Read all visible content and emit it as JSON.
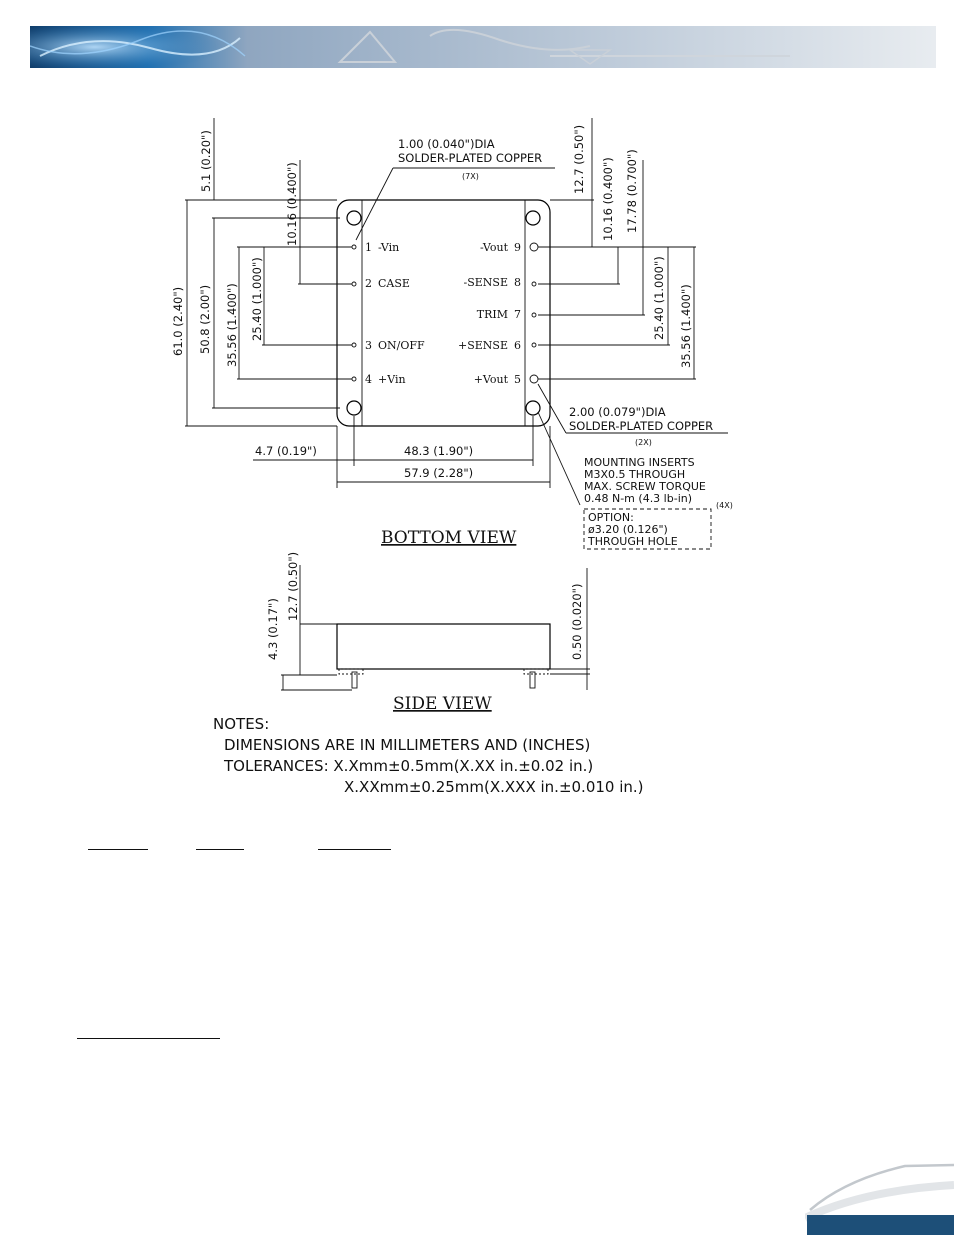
{
  "drawing": {
    "bottom_view": {
      "title": "BOTTOM VIEW",
      "pins_left": [
        {
          "num": "1",
          "name": "-Vin"
        },
        {
          "num": "2",
          "name": "CASE"
        },
        {
          "num": "3",
          "name": "ON/OFF"
        },
        {
          "num": "4",
          "name": "+Vin"
        }
      ],
      "pins_right": [
        {
          "num": "9",
          "name": "-Vout"
        },
        {
          "num": "8",
          "name": "-SENSE"
        },
        {
          "num": "7",
          "name": "TRIM"
        },
        {
          "num": "6",
          "name": "+SENSE"
        },
        {
          "num": "5",
          "name": "+Vout"
        }
      ],
      "callouts": {
        "small_pin_line1": "1.00 (0.040\")DIA",
        "small_pin_line2": "SOLDER-PLATED COPPER",
        "small_pin_qty": "(7X)",
        "large_pin_line1": "2.00 (0.079\")DIA",
        "large_pin_line2": "SOLDER-PLATED COPPER",
        "large_pin_qty": "(2X)",
        "insert_line1": "MOUNTING INSERTS",
        "insert_line2": "M3X0.5 THROUGH",
        "insert_line3": "MAX. SCREW TORQUE",
        "insert_line4": "0.48 N-m (4.3 lb-in)",
        "insert_qty": "(4X)",
        "option_line1": "OPTION:",
        "option_line2": "ø3.20 (0.126\")",
        "option_line3": "THROUGH HOLE"
      },
      "dimensions": {
        "d_5_1": "5.1 (0.20\")",
        "d_61_0": "61.0 (2.40\")",
        "d_50_8": "50.8 (2.00\")",
        "d_10_16_left": "10.16 (0.400\")",
        "d_35_56_left": "35.56 (1.400\")",
        "d_25_40_left": "25.40 (1.000\")",
        "d_12_7_right": "12.7 (0.50\")",
        "d_10_16_right": "10.16 (0.400\")",
        "d_17_78": "17.78 (0.700\")",
        "d_25_40_right": "25.40 (1.000\")",
        "d_35_56_right": "35.56 (1.400\")",
        "d_4_7": "4.7 (0.19\")",
        "d_48_3": "48.3 (1.90\")",
        "d_57_9": "57.9 (2.28\")"
      }
    },
    "side_view": {
      "title": "SIDE VIEW",
      "d_12_7": "12.7 (0.50\")",
      "d_4_3": "4.3 (0.17\")",
      "d_0_50": "0.50 (0.020\")"
    },
    "notes": {
      "heading": "NOTES:",
      "line1": "DIMENSIONS ARE IN MILLIMETERS AND (INCHES)",
      "line2": "TOLERANCES: X.Xmm±0.5mm(X.XX in.±0.02 in.)",
      "line3": "X.XXmm±0.25mm(X.XXX in.±0.010 in.)"
    }
  }
}
